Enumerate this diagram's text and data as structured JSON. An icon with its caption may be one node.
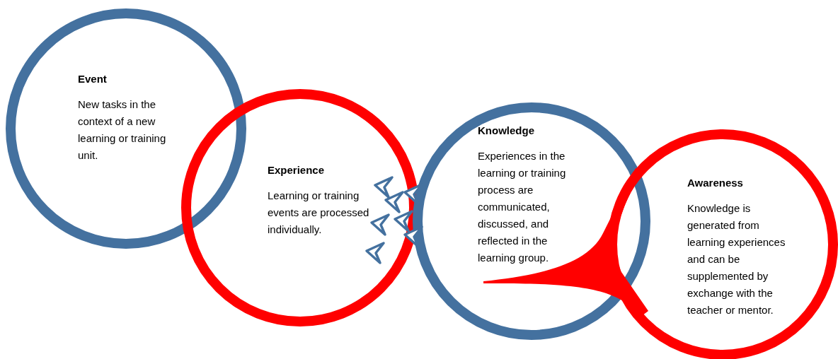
{
  "diagram": {
    "nodes": [
      {
        "text": [
          "Event",
          "New tasks in the context of a new learning or training unit."
        ]
      },
      {
        "text": [
          "Experience",
          "Learning or training events are processed individually."
        ]
      },
      {
        "text": [
          "Knowledge",
          "Experiences in the learning or training process are communicated, discussed, and reflected in the learning group."
        ]
      },
      {
        "text": [
          "Awareness",
          "Knowledge is generated from learning experiences and can be supplemented by exchange with the teacher or mentor."
        ]
      }
    ]
  }
}
